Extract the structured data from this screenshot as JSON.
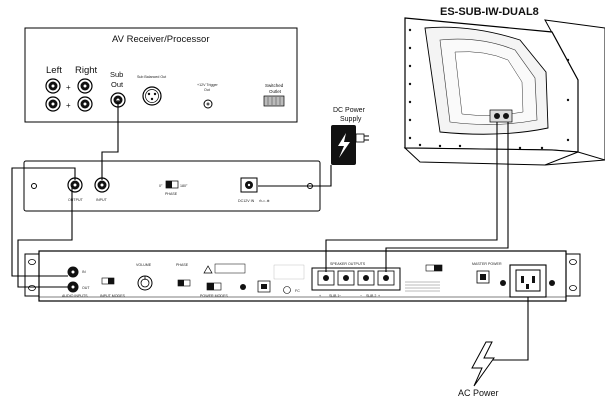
{
  "title": "ES-SUB-IW-DUAL8",
  "receiver": {
    "title": "AV Receiver/Processor",
    "left": "Left",
    "right": "Right",
    "plus": "+",
    "sub": "Sub",
    "out": "Out",
    "sub_balanced_out": "Sub Balanced Out",
    "trigger_line1": "+12V Trigger",
    "trigger_line2": "Out",
    "switched_line1": "Switched",
    "switched_line2": "Outlet"
  },
  "psu": {
    "line1": "DC Power",
    "line2": "Supply"
  },
  "small_amp": {
    "output": "OUTPUT",
    "input": "INPUT",
    "phase_0": "0°",
    "phase_180": "180°",
    "phase": "PHASE",
    "dc_in": "DC12V IN"
  },
  "main_amp": {
    "audio_inputs": "AUDIO INPUTS",
    "in": "IN",
    "out": "OUT",
    "input_modes": "INPUT MODES",
    "phase": "PHASE",
    "power_modes": "POWER MODES",
    "volume": "VOLUME",
    "outputs": "SPEAKER OUTPUTS",
    "sub1": "SUB 1",
    "sub2": "SUB 2",
    "master_power": "MASTER POWER"
  },
  "ac": {
    "label": "AC Power"
  }
}
